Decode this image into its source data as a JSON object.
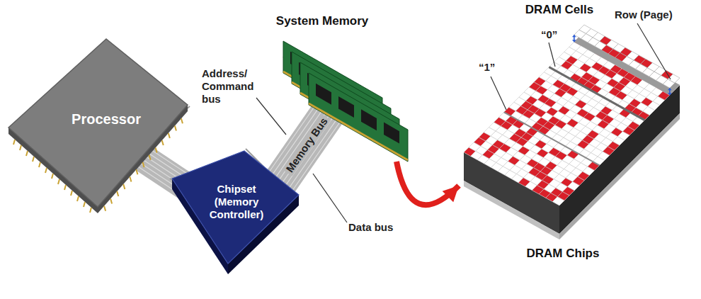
{
  "diagram": {
    "nodes": [
      {
        "text": [
          "Processor"
        ]
      },
      {
        "text": [
          "System Memory"
        ]
      },
      {
        "text": [
          "Chipset (Memory Controller)"
        ]
      },
      {
        "text": [
          "DRAM Cells",
          "DRAM Chips"
        ]
      }
    ],
    "edges": [
      {
        "from": 0,
        "to": 2,
        "arrow": "none"
      },
      {
        "from": 2,
        "to": 1,
        "arrow": "none",
        "label": "Memory Bus"
      },
      {
        "from": 1,
        "to": 3,
        "arrow": "to"
      }
    ],
    "labels": [
      "Address/ Command bus",
      "Data bus",
      "“1”",
      "“0”",
      "Row (Page)"
    ]
  }
}
